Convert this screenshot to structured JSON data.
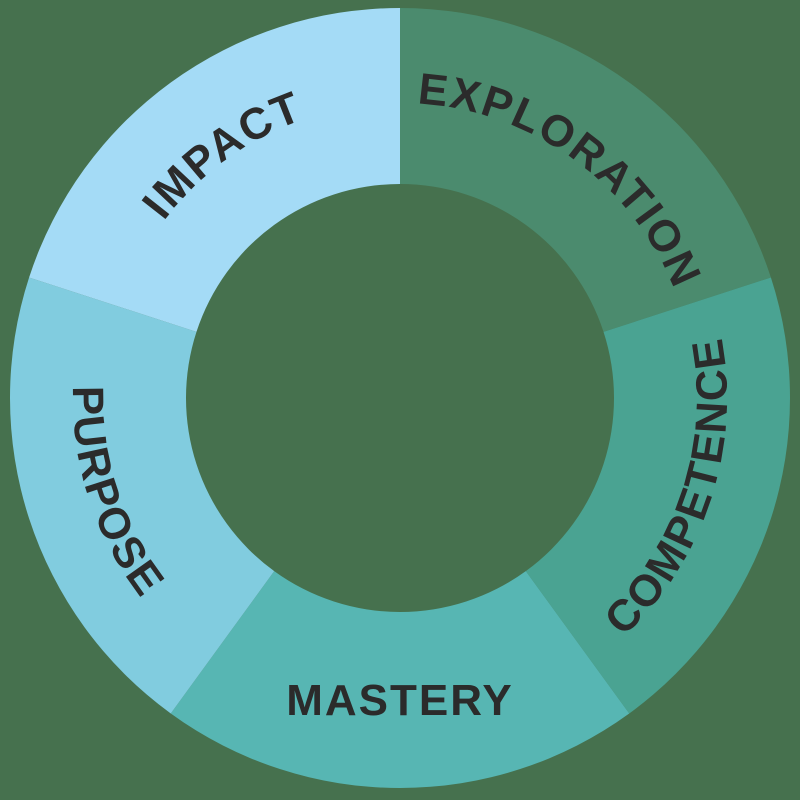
{
  "chart_data": {
    "type": "pie",
    "variant": "donut",
    "title": "",
    "legend": "none",
    "direction": "clockwise",
    "start_angle_deg": -90,
    "background_color": "#46714E",
    "label_color": "#2B2B2B",
    "segments": [
      {
        "label": "EXPLORATION",
        "value": 20,
        "color": "#4B8B6E",
        "label_orientation": "cw"
      },
      {
        "label": "COMPETENCE",
        "value": 20,
        "color": "#4AA392",
        "label_orientation": "ccw"
      },
      {
        "label": "MASTERY",
        "value": 20,
        "color": "#57B6B3",
        "label_orientation": "straight"
      },
      {
        "label": "PURPOSE",
        "value": 20,
        "color": "#81CCDF",
        "label_orientation": "ccw"
      },
      {
        "label": "IMPACT",
        "value": 20,
        "color": "#A4DBF6",
        "label_orientation": "cw"
      }
    ]
  }
}
